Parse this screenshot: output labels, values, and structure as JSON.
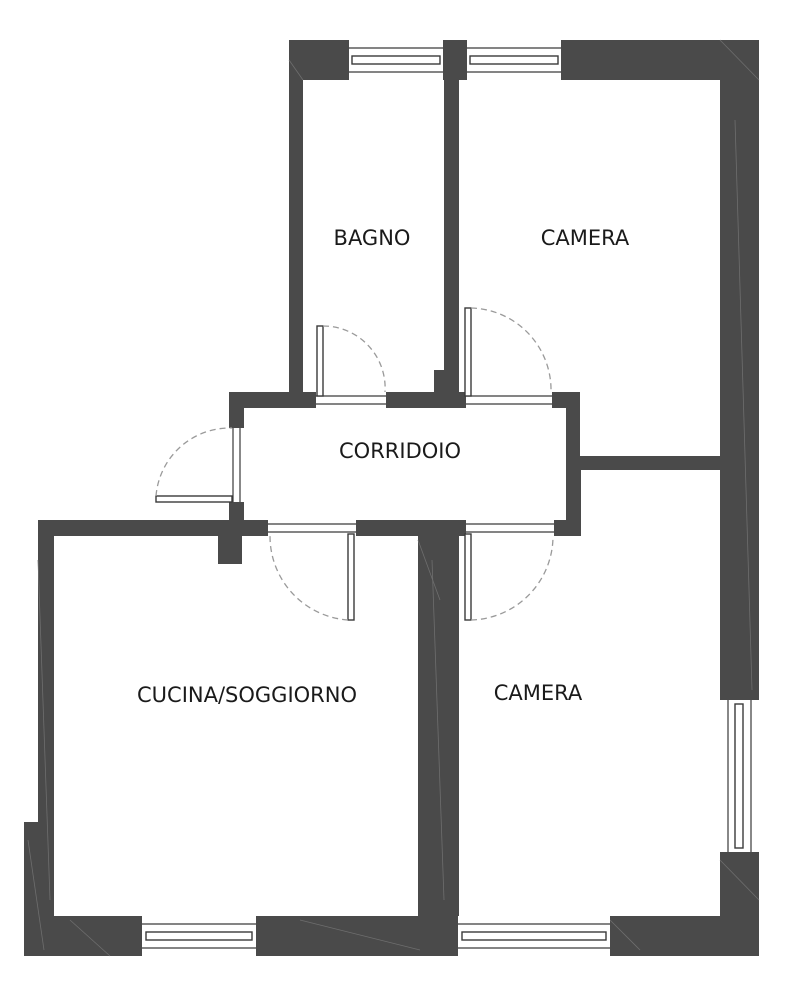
{
  "rooms": {
    "bagno": "BAGNO",
    "camera_top": "CAMERA",
    "corridoio": "CORRIDOIO",
    "cucina_soggiorno": "CUCINA/SOGGIORNO",
    "camera_bottom": "CAMERA"
  },
  "colors": {
    "wall": "#4a4a4a",
    "floor": "#ffffff",
    "swing": "#9a9a9a"
  }
}
